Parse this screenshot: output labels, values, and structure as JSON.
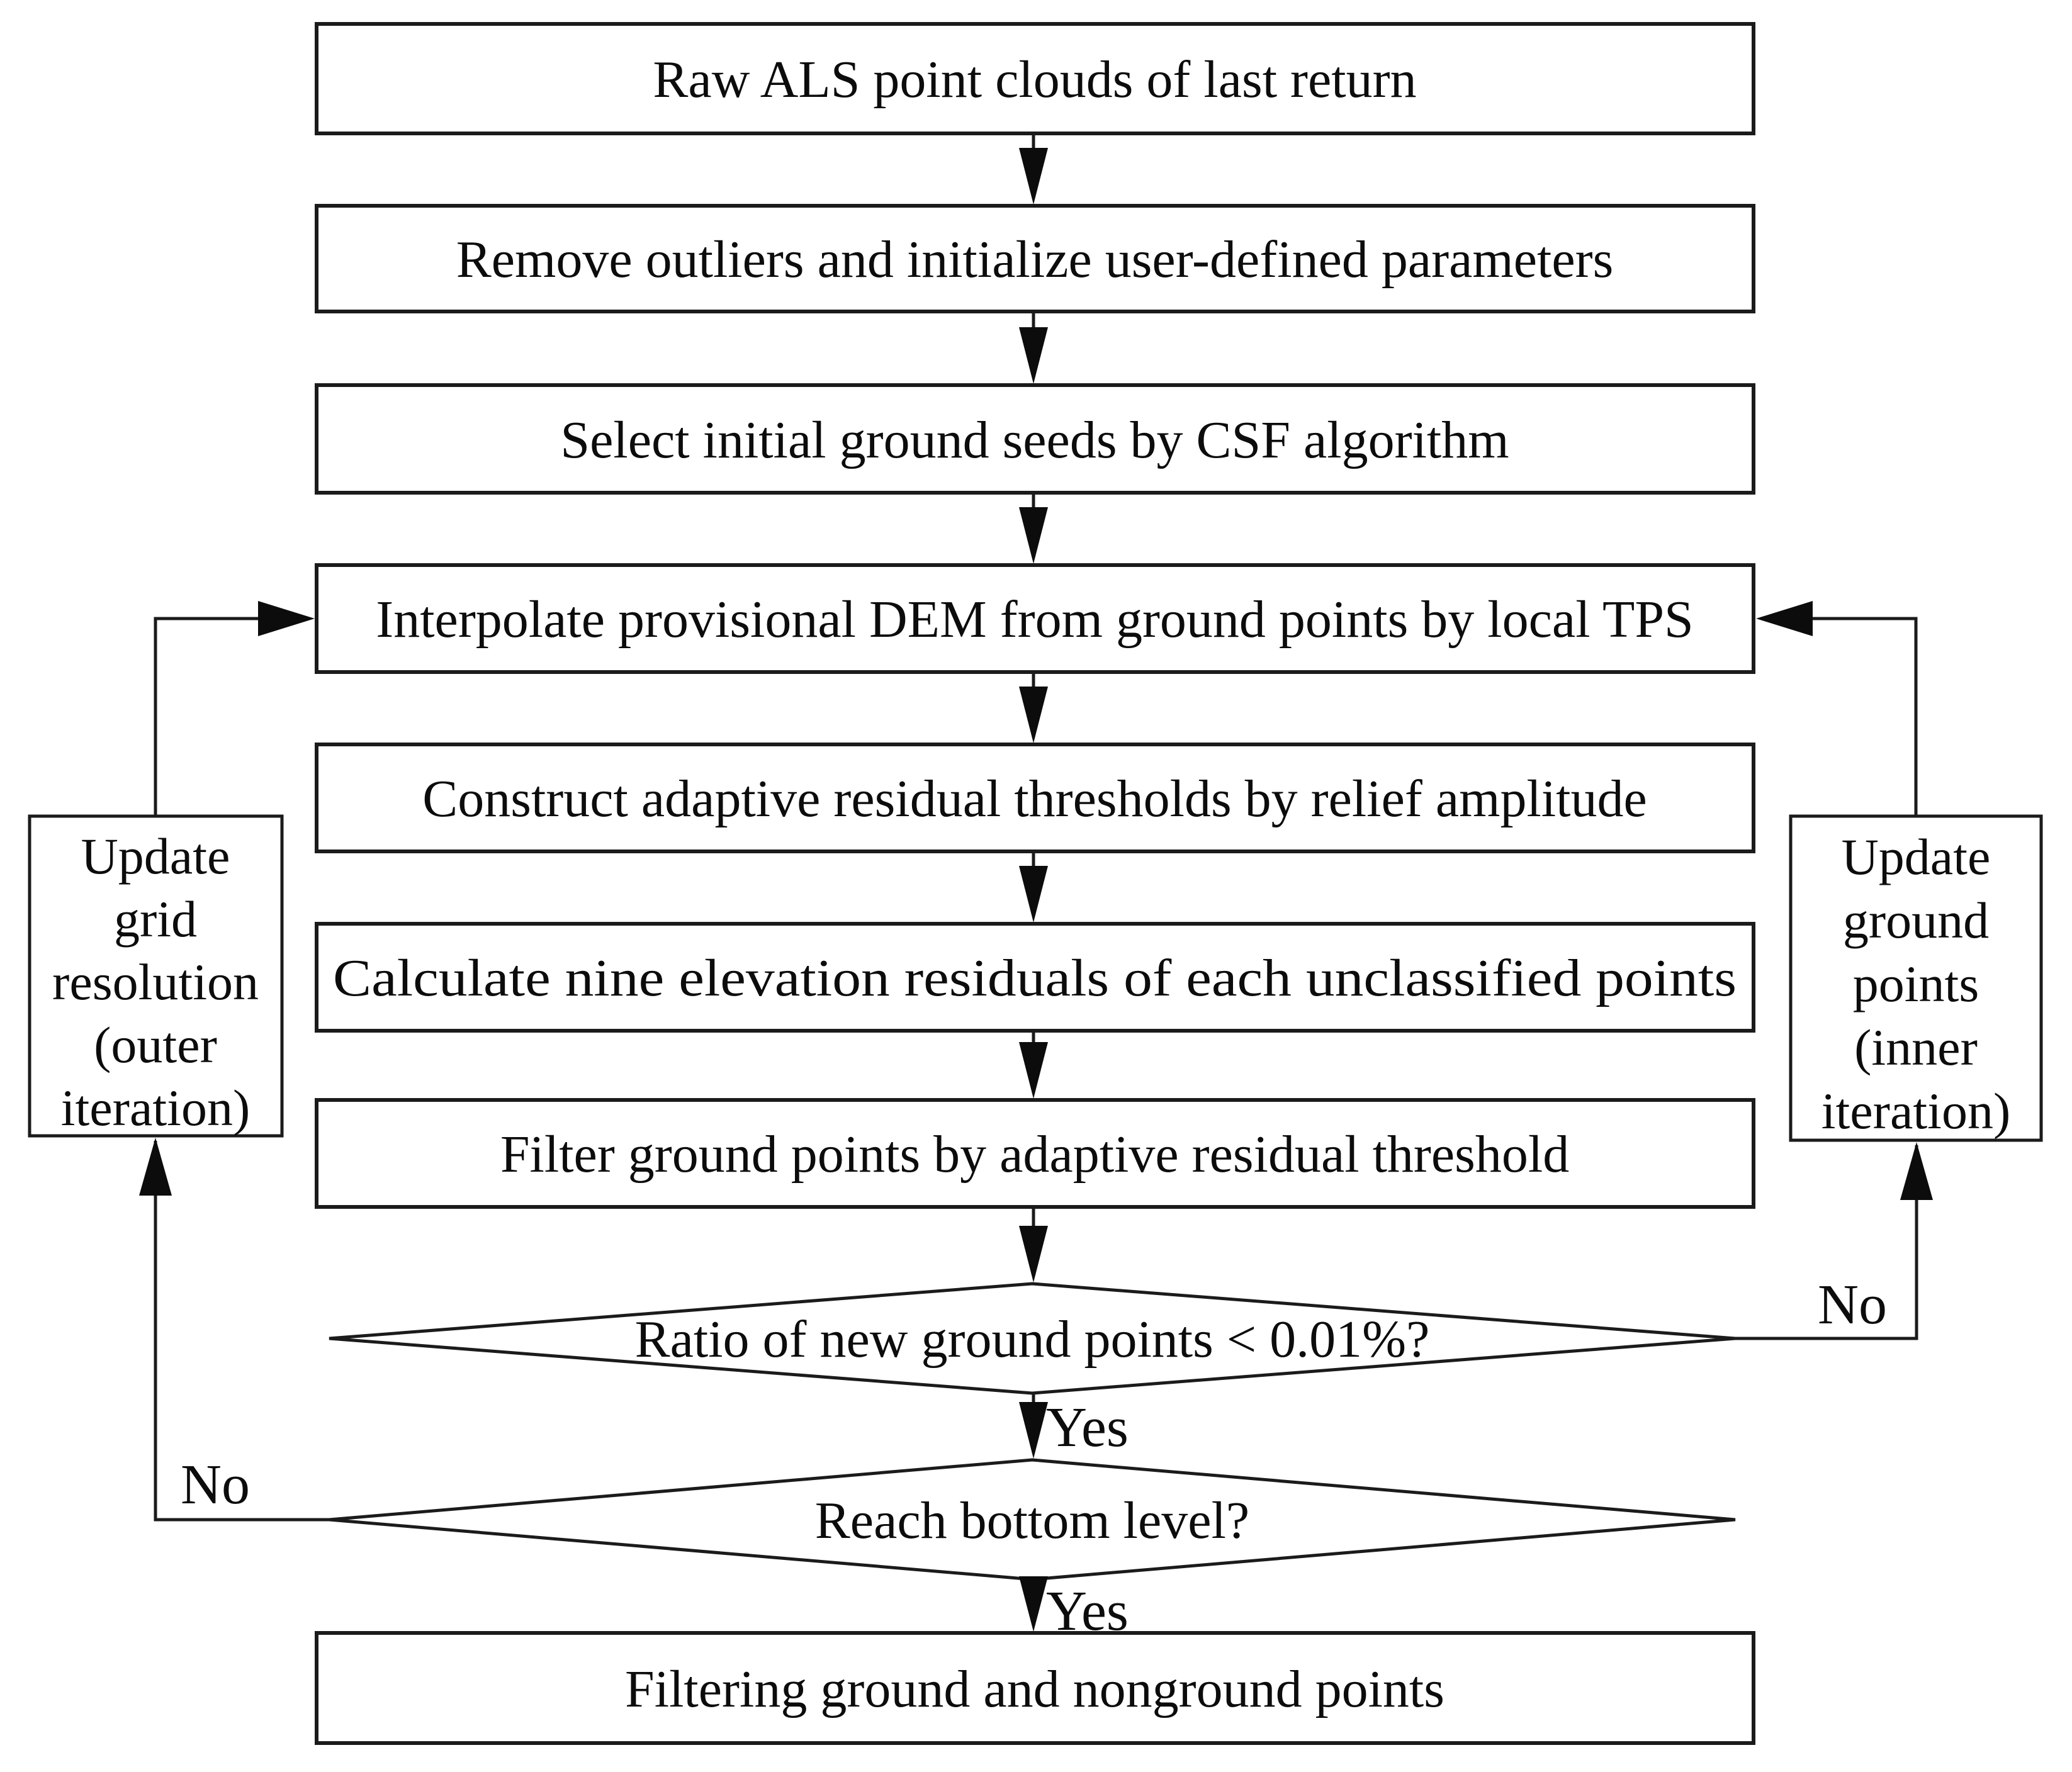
{
  "flowchart": {
    "steps": [
      {
        "label": "Raw ALS point clouds of last return"
      },
      {
        "label": "Remove outliers and initialize user-defined parameters"
      },
      {
        "label": "Select initial ground seeds by CSF algorithm"
      },
      {
        "label": "Interpolate provisional DEM from ground points by local TPS"
      },
      {
        "label": "Construct adaptive residual thresholds by relief amplitude"
      },
      {
        "label": "Calculate nine elevation residuals of each unclassified points"
      },
      {
        "label": "Filter ground points by adaptive residual threshold"
      },
      {
        "label": "Filtering ground and nonground points"
      }
    ],
    "decisions": [
      {
        "label": "Ratio of new ground points < 0.01%?",
        "yes_label": "Yes",
        "no_label": "No"
      },
      {
        "label": "Reach bottom level?",
        "yes_label": "Yes",
        "no_label": "No"
      }
    ],
    "side_loops": {
      "left": {
        "lines": [
          "Update",
          "grid",
          "resolution",
          "(outer",
          "iteration)"
        ]
      },
      "right": {
        "lines": [
          "Update",
          "ground",
          "points",
          "(inner",
          "iteration)"
        ]
      }
    },
    "colors": {
      "background": "#ffffff",
      "stroke": "#1b1b1b",
      "text": "#0c0c0c"
    }
  }
}
